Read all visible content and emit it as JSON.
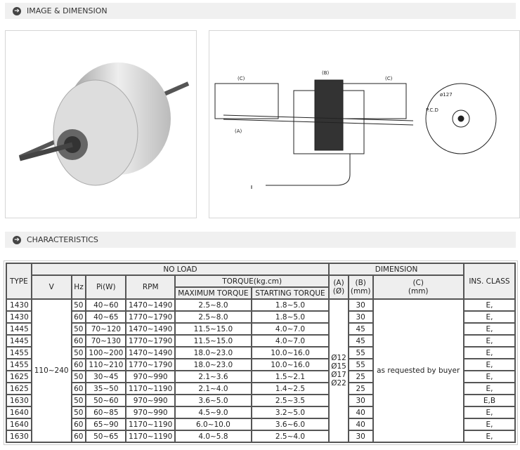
{
  "sections": {
    "image": "IMAGE & DIMENSION",
    "characteristics": "CHARACTERISTICS"
  },
  "drawing_labels": {
    "a": "(A)",
    "b": "(B)",
    "c": "(C)",
    "pcd": "P.C.D",
    "dia": "ø127"
  },
  "table": {
    "headers": {
      "type": "TYPE",
      "no_load": "NO LOAD",
      "v": "V",
      "hz": "Hz",
      "pi": "Pi(W)",
      "rpm": "RPM",
      "torque": "TORQUE(kg.cm)",
      "max": "MAXIMUM TORQUE",
      "start": "STARTING TORQUE",
      "dimension": "DIMENSION",
      "a1": "(A)",
      "a2": "(Ø)",
      "b1": "(B)",
      "b2": "(mm)",
      "c1": "(C)",
      "c2": "(mm)",
      "ins": "INS. CLASS"
    },
    "voltage": "110~240",
    "shaft_a": [
      "Ø12",
      "Ø15",
      "Ø17",
      "Ø22"
    ],
    "c_value": "as requested by buyer",
    "rows": [
      [
        "1430",
        "50",
        "40~60",
        "1470~1490",
        "2.5~8.0",
        "1.8~5.0",
        "30",
        "E,"
      ],
      [
        "1430",
        "60",
        "40~65",
        "1770~1790",
        "2.5~8.0",
        "1.8~5.0",
        "30",
        "E,"
      ],
      [
        "1445",
        "50",
        "70~120",
        "1470~1490",
        "11.5~15.0",
        "4.0~7.0",
        "45",
        "E,"
      ],
      [
        "1445",
        "60",
        "70~130",
        "1770~1790",
        "11.5~15.0",
        "4.0~7.0",
        "45",
        "E,"
      ],
      [
        "1455",
        "50",
        "100~200",
        "1470~1490",
        "18.0~23.0",
        "10.0~16.0",
        "55",
        "E,"
      ],
      [
        "1455",
        "60",
        "110~210",
        "1770~1790",
        "18.0~23.0",
        "10.0~16.0",
        "55",
        "E,"
      ],
      [
        "1625",
        "50",
        "30~45",
        "970~990",
        "2.1~3.6",
        "1.5~2.1",
        "25",
        "E,"
      ],
      [
        "1625",
        "60",
        "35~50",
        "1170~1190",
        "2.1~4.0",
        "1.4~2.5",
        "25",
        "E,"
      ],
      [
        "1630",
        "50",
        "50~60",
        "970~990",
        "3.6~5.0",
        "2.5~3.5",
        "30",
        "E,B"
      ],
      [
        "1640",
        "50",
        "60~85",
        "970~990",
        "4.5~9.0",
        "3.2~5.0",
        "40",
        "E,"
      ],
      [
        "1640",
        "60",
        "65~90",
        "1170~1190",
        "6.0~10.0",
        "3.6~6.0",
        "40",
        "E,"
      ],
      [
        "1630",
        "60",
        "50~65",
        "1170~1190",
        "4.0~5.8",
        "2.5~4.0",
        "30",
        "E,"
      ]
    ]
  }
}
